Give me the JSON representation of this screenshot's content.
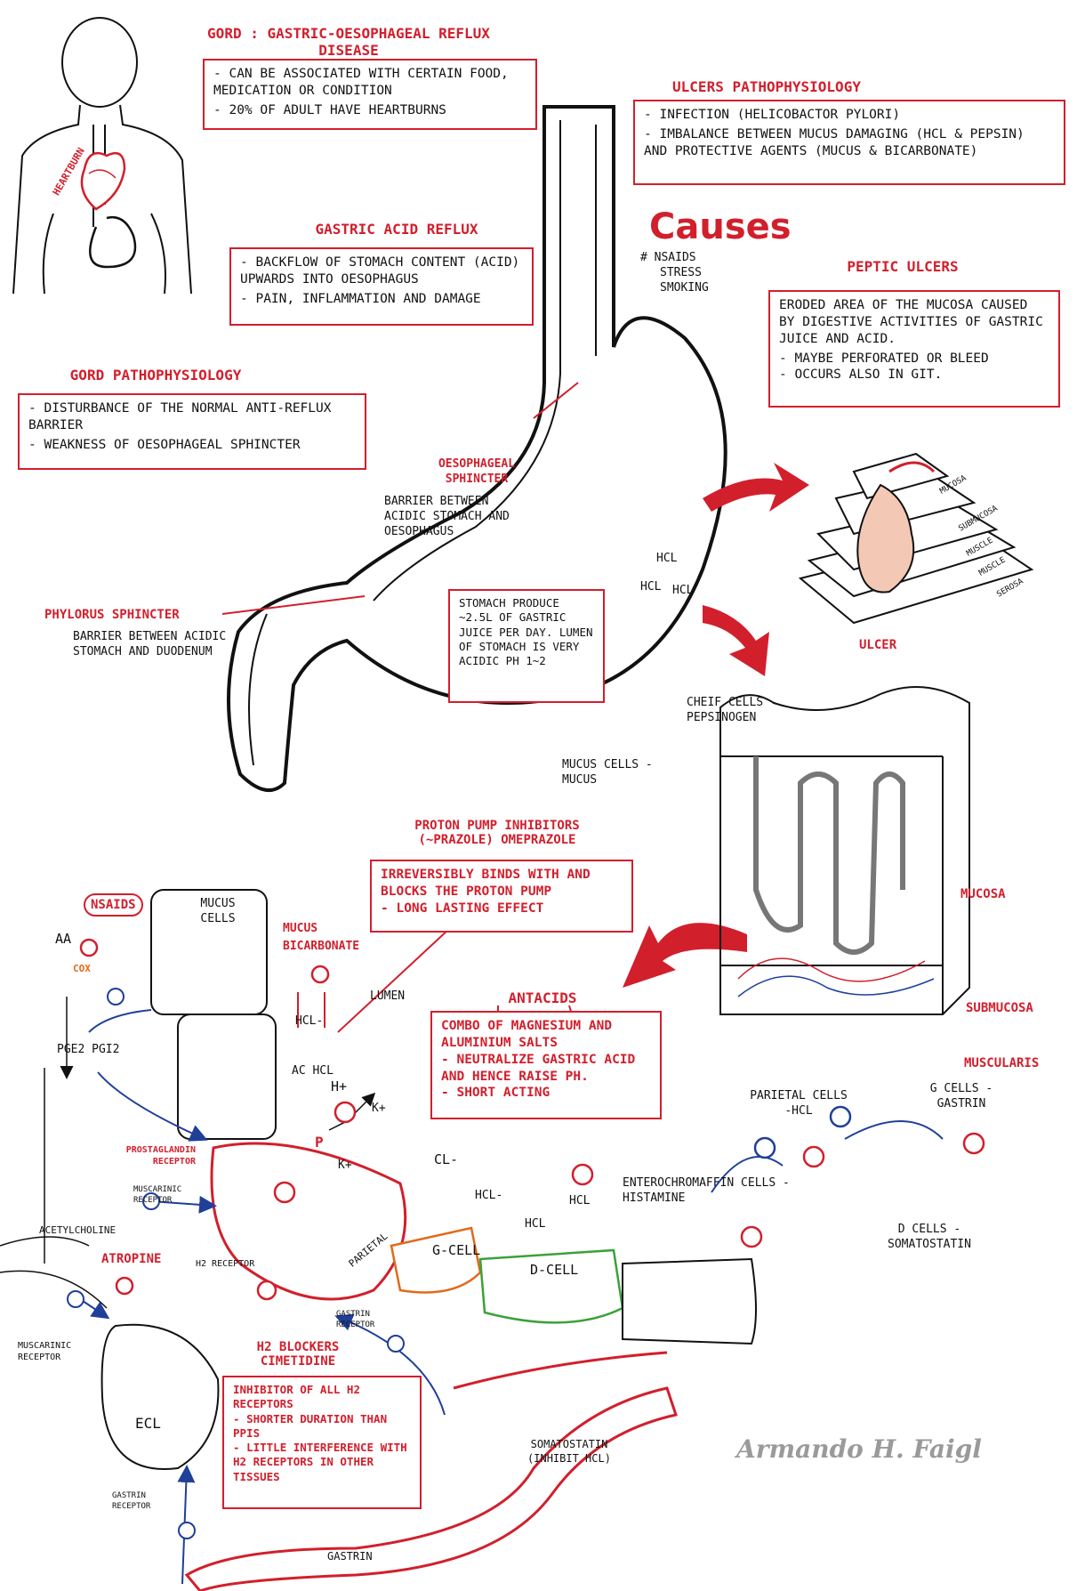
{
  "gord": {
    "title": "GORD : GASTRIC-OESOPHAGEAL REFLUX DISEASE",
    "points": [
      "CAN BE ASSOCIATED WITH CERTAIN FOOD, MEDICATION OR CONDITION",
      "20% OF ADULT HAVE HEARTBURNS"
    ]
  },
  "heartburn_label": "HEARTBURN",
  "gastric_acid_reflux": {
    "title": "GASTRIC ACID REFLUX",
    "points": [
      "BACKFLOW OF STOMACH CONTENT (ACID) UPWARDS INTO OESOPHAGUS",
      "PAIN, INFLAMMATION AND DAMAGE"
    ]
  },
  "gord_patho": {
    "title": "GORD PATHOPHYSIOLOGY",
    "points": [
      "DISTURBANCE OF THE NORMAL ANTI-REFLUX BARRIER",
      "WEAKNESS OF OESOPHAGEAL SPHINCTER"
    ]
  },
  "ulcers_patho": {
    "title": "ULCERS PATHOPHYSIOLOGY",
    "points": [
      "INFECTION (HELICOBACTOR PYLORI)",
      "IMBALANCE BETWEEN MUCUS DAMAGING (HCl & PEPSIN) AND PROTECTIVE AGENTS (MUCUS & BICARBONATE)"
    ]
  },
  "causes": {
    "title": "Causes",
    "items": [
      "# NSAIDS",
      "STRESS",
      "SMOKING"
    ]
  },
  "peptic_ulcers": {
    "title": "PEPTIC ULCERS",
    "points": [
      "ERODED AREA OF THE MUCOSA CAUSED BY DIGESTIVE ACTIVITIES OF GASTRIC JUICE AND ACID.",
      "MAYBE PERFORATED OR BLEED",
      "OCCURS ALSO IN GIT."
    ]
  },
  "oesophageal_sphincter": {
    "title": "OESOPHAGEAL SPHINCTER",
    "desc": "BARRIER BETWEEN ACIDIC STOMACH AND OESOPHAGUS"
  },
  "pylorus_sphincter": {
    "title": "PHYLORUS SPHINCTER",
    "desc": "BARRIER BETWEEN ACIDIC STOMACH AND DUODENUM"
  },
  "stomach_box": "STOMACH PRODUCE ~2.5L OF GASTRIC JUICE PER DAY. LUMEN OF STOMACH IS VERY ACIDIC pH 1~2",
  "stomach_hcl": [
    "HCl",
    "HCl",
    "HCl"
  ],
  "layers": [
    "MUCOSA",
    "SUBMUCOSA",
    "MUSCLE",
    "MUSCLE",
    "SEROSA"
  ],
  "ulcer_label": "ULCER",
  "ppi": {
    "title": "PROTON PUMP INHIBITORS (~PRAZOLE) OMEPRAZOLE",
    "points": [
      "IRREVERSIBLY BINDS WITH AND BLOCKS THE PROTON PUMP",
      "LONG LASTING EFFECT"
    ]
  },
  "antacids": {
    "title": "ANTACIDS",
    "points": [
      "COMBO OF MAGNESIUM AND ALUMINIUM SALTS",
      "NEUTRALIZE GASTRIC ACID AND HENCE RAISE pH.",
      "SHORT ACTING"
    ]
  },
  "h2_blockers": {
    "title": "H2 BLOCKERS CIMETIDINE",
    "points": [
      "INHIBITOR OF ALL H2 RECEPTORS",
      "SHORTER DURATION THAN PPIs",
      "LITTLE INTERFERENCE WITH H2 RECEPTORS IN OTHER TISSUES"
    ]
  },
  "cell_labels": {
    "nsaids": "NSAIDS",
    "aa": "AA",
    "cox": "COX",
    "pge": "PGE2 PGI2",
    "mucus_cells": "MUCUS CELLS",
    "mucus": "MUCUS",
    "bicarbonate": "BICARBONATE",
    "hcl_minus": "HCl-",
    "lumen": "LUMEN",
    "acid_hcl": "AC HCl",
    "h_plus": "H+",
    "k_plus": "K+",
    "k_plus2": "K+",
    "p": "P",
    "cl_minus": "Cl-",
    "hcl_a": "HCl-",
    "hcl_b": "HCl",
    "hcl_c": "HCl",
    "prostaglandin_receptor": "PROSTAGLANDIN RECEPTOR",
    "muscarinic_receptor": "MUSCARINIC RECEPTOR",
    "acetylcholine": "ACETYLCHOLINE",
    "atropine": "ATROPINE",
    "h2_receptor": "H2 RECEPTOR",
    "parietal": "PARIETAL",
    "g_cell": "G-CELL",
    "d_cell": "D-CELL",
    "gastrin_receptor": "GASTRIN RECEPTOR",
    "muscarinic_receptor2": "MUSCARINIC RECEPTOR",
    "ecl": "ECL",
    "gastrin_receptor2": "GASTRIN RECEPTOR",
    "somatostatin": "SOMATOSTATIN (INHIBIT HCl)",
    "gastrin": "GASTRIN"
  },
  "gland_labels": {
    "chief": "CHEIF CELLS -PEPSINOGEN",
    "mucus_cell": "MUCUS CELLS -MUCUS",
    "mucosa": "MUCOSA",
    "submucosa": "SUBMUCOSA",
    "muscularis": "MUSCULARIS",
    "parietal": "PARIETAL CELLS -HCL",
    "g_cells": "G CELLS -GASTRIN",
    "enterochromaffin": "ENTEROCHROMAFFIN CELLS -HISTAMINE",
    "d_cells": "D CELLS -SOMATOSTATIN"
  },
  "signature": "Armando H. Faigl",
  "colors": {
    "red": "#d21f2c",
    "blue": "#1f3f99",
    "green": "#3aa23a",
    "orange": "#e06a1a"
  }
}
